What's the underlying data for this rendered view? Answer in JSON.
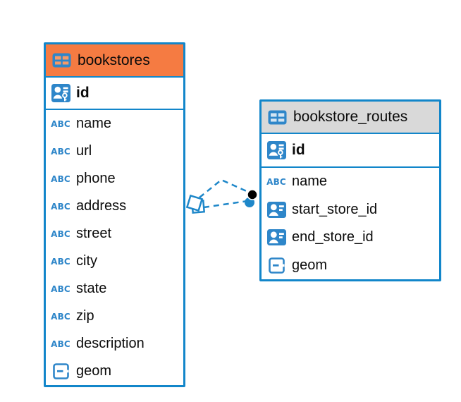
{
  "diagram_type": "entity-relationship",
  "colors": {
    "table_border_blue": "#1286ca",
    "relation_blue": "#1e87c9",
    "bookstores_header_orange": "#f57b42",
    "routes_header_gray": "#d9d9d9",
    "icon_blue": "#2e86c9",
    "endpoint_dot_black": "#000000"
  },
  "icons": {
    "abc_text": "ABC"
  },
  "tables": [
    {
      "name": "bookstores",
      "title": "bookstores",
      "header_color": "#f57b42",
      "icon_cell_color": "#f69a66",
      "columns": [
        {
          "label": "id",
          "icon": "person-key-icon",
          "key": "primary"
        },
        {
          "label": "name",
          "icon": "abc-icon"
        },
        {
          "label": "url",
          "icon": "abc-icon"
        },
        {
          "label": "phone",
          "icon": "abc-icon"
        },
        {
          "label": "address",
          "icon": "abc-icon"
        },
        {
          "label": "street",
          "icon": "abc-icon"
        },
        {
          "label": "city",
          "icon": "abc-icon"
        },
        {
          "label": "state",
          "icon": "abc-icon"
        },
        {
          "label": "zip",
          "icon": "abc-icon"
        },
        {
          "label": "description",
          "icon": "abc-icon"
        },
        {
          "label": "geom",
          "icon": "geometry-icon"
        }
      ]
    },
    {
      "name": "bookstore_routes",
      "title": "bookstore_routes",
      "header_color": "#d9d9d9",
      "icon_cell_color": "#d3e5f3",
      "columns": [
        {
          "label": "id",
          "icon": "person-key-icon",
          "key": "primary"
        },
        {
          "label": "name",
          "icon": "abc-icon"
        },
        {
          "label": "start_store_id",
          "icon": "person-card-icon"
        },
        {
          "label": "end_store_id",
          "icon": "person-card-icon"
        },
        {
          "label": "geom",
          "icon": "geometry-icon"
        }
      ]
    }
  ],
  "relations": [
    {
      "from": "bookstores",
      "to": "bookstore_routes",
      "style": "dashed",
      "source_marker": "diamond",
      "target_marker": "dot-black"
    },
    {
      "from": "bookstores",
      "to": "bookstore_routes",
      "style": "dashed",
      "source_marker": "diamond",
      "target_marker": "dot-blue"
    }
  ]
}
